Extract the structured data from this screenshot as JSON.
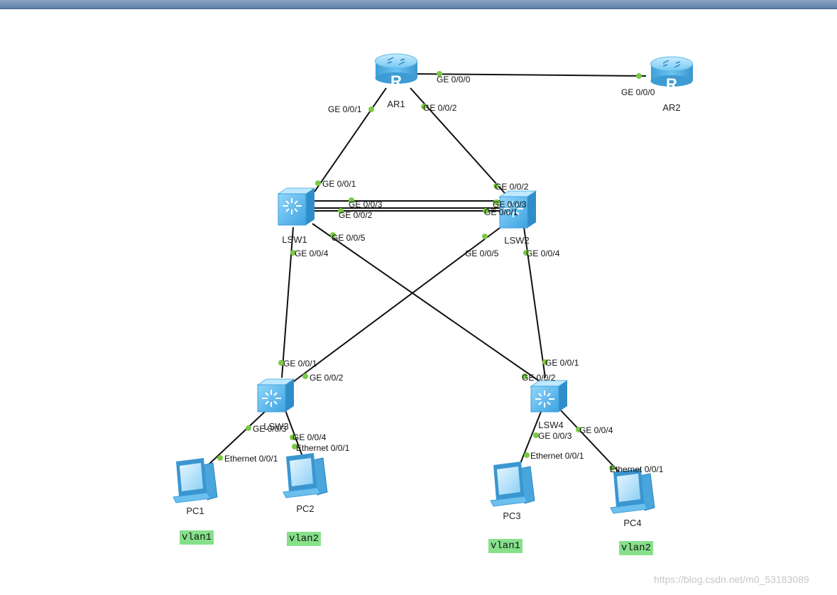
{
  "devices": {
    "ar1": "AR1",
    "ar2": "AR2",
    "lsw1": "LSW1",
    "lsw2": "LSW2",
    "lsw3": "LSW3",
    "lsw4": "LSW4",
    "pc1": "PC1",
    "pc2": "PC2",
    "pc3": "PC3",
    "pc4": "PC4"
  },
  "ports": {
    "ar1_ge000": "GE 0/0/0",
    "ar2_ge000": "GE 0/0/0",
    "ar1_ge001": "GE 0/0/1",
    "ar1_ge002": "GE 0/0/2",
    "lsw1_ge001": "GE 0/0/1",
    "lsw1_ge003": "GE 0/0/3",
    "lsw1_ge002": "GE 0/0/2",
    "lsw1_ge005": "GE 0/0/5",
    "lsw1_ge004": "GE 0/0/4",
    "lsw2_ge002": "GE 0/0/2",
    "lsw2_ge003": "GE 0/0/3",
    "lsw2_ge001": "GE 0/0/1",
    "lsw2_ge005": "GE 0/0/5",
    "lsw2_ge004": "GE 0/0/4",
    "lsw3_ge001": "GE 0/0/1",
    "lsw3_ge002": "GE 0/0/2",
    "lsw3_ge003": "GE 0/0/3",
    "lsw3_ge004": "GE 0/0/4",
    "lsw4_ge001": "GE 0/0/1",
    "lsw4_ge002": "GE 0/0/2",
    "lsw4_ge003": "GE 0/0/3",
    "lsw4_ge004": "GE 0/0/4",
    "pc1_eth": "Ethernet 0/0/1",
    "pc2_eth": "Ethernet 0/0/1",
    "pc3_eth": "Ethernet 0/0/1",
    "pc4_eth": "Ethernet 0/0/1"
  },
  "tags": {
    "pc1": "vlan1",
    "pc2": "vlan2",
    "pc3": "vlan1",
    "pc4": "vlan2"
  },
  "watermark": "https://blog.csdn.net/m0_53183089",
  "colors": {
    "link": "#111111",
    "port_dot": "#7ac943",
    "tag_bg": "#86e08a",
    "device_blue": "#4fb2e6"
  }
}
